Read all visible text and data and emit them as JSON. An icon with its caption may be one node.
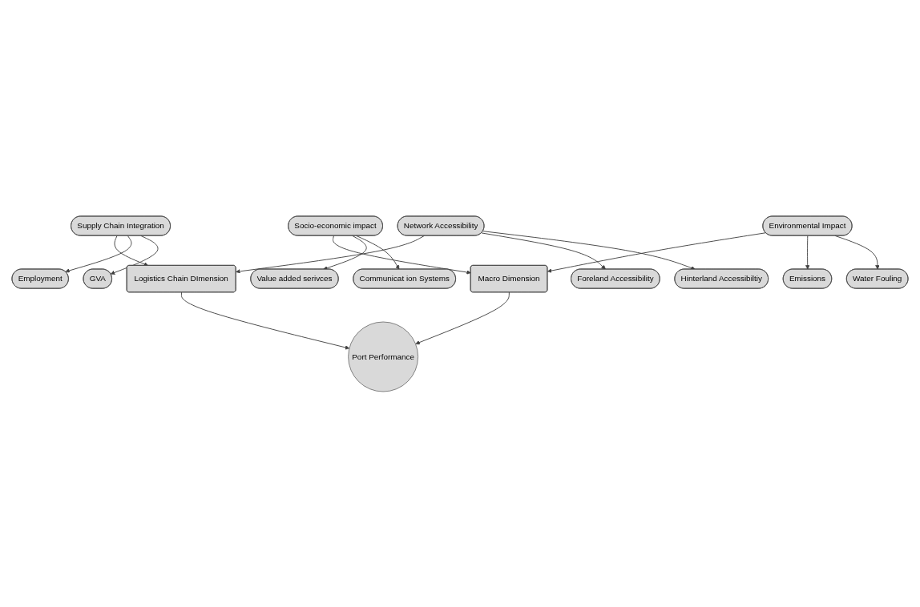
{
  "diagram": {
    "nodes": [
      {
        "text": [
          "Port Performance"
        ]
      },
      {
        "text": [
          "Logistics Chain DImension"
        ]
      },
      {
        "text": [
          "Macro Dimension"
        ]
      },
      {
        "text": [
          "Supply Chain Integration"
        ]
      },
      {
        "text": [
          "Socio-economic impact"
        ]
      },
      {
        "text": [
          "Network Accessibility"
        ]
      },
      {
        "text": [
          "Environmental Impact"
        ]
      },
      {
        "text": [
          "Employment"
        ]
      },
      {
        "text": [
          "GVA"
        ]
      },
      {
        "text": [
          "Value added serivces"
        ]
      },
      {
        "text": [
          "Communicat ion Systems"
        ]
      },
      {
        "text": [
          "Foreland Accessibility"
        ]
      },
      {
        "text": [
          "Hinterland Accessibiltiy"
        ]
      },
      {
        "text": [
          "Emissions"
        ]
      },
      {
        "text": [
          "Water Fouling"
        ]
      }
    ],
    "edges": [
      {
        "from": 1,
        "to": 0,
        "arrow": "to"
      },
      {
        "from": 2,
        "to": 0,
        "arrow": "to"
      },
      {
        "from": 5,
        "to": 1,
        "arrow": "to"
      },
      {
        "from": 3,
        "to": 1,
        "arrow": "to"
      },
      {
        "from": 4,
        "to": 2,
        "arrow": "to"
      },
      {
        "from": 6,
        "to": 2,
        "arrow": "to"
      },
      {
        "from": 3,
        "to": 7,
        "arrow": "to"
      },
      {
        "from": 3,
        "to": 8,
        "arrow": "to"
      },
      {
        "from": 4,
        "to": 9,
        "arrow": "to"
      },
      {
        "from": 4,
        "to": 10,
        "arrow": "to"
      },
      {
        "from": 5,
        "to": 11,
        "arrow": "to"
      },
      {
        "from": 5,
        "to": 12,
        "arrow": "to"
      },
      {
        "from": 6,
        "to": 13,
        "arrow": "to"
      },
      {
        "from": 6,
        "to": 14,
        "arrow": "to"
      }
    ]
  }
}
